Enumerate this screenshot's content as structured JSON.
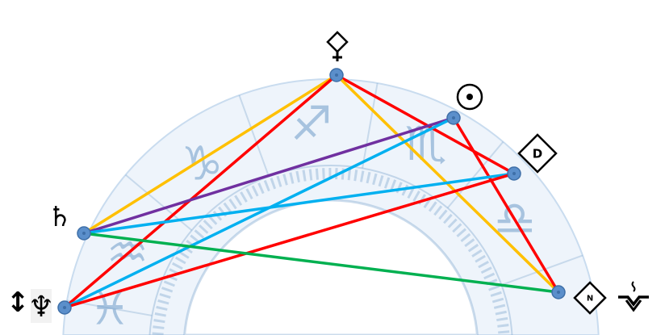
{
  "colors": {
    "orange": "#FFC000",
    "red": "#FF0000",
    "purple": "#7030A0",
    "blue": "#00B0F0",
    "green": "#00B050",
    "node": "#5B8FCB",
    "wheel": "#C9DCEF",
    "wheel_glyph": "#6E9BC8"
  },
  "points": [
    {
      "id": "venus",
      "symbol": "♀",
      "label_shape": "diamond-venus"
    },
    {
      "id": "sun",
      "symbol": "☉",
      "label_shape": "circle-dot"
    },
    {
      "id": "d",
      "symbol": "D",
      "label_shape": "diamond"
    },
    {
      "id": "node",
      "symbol": "N",
      "label_shape": "diamond"
    },
    {
      "id": "saturn",
      "symbol": "♄",
      "label_shape": "glyph"
    },
    {
      "id": "neptune",
      "symbol": "♆",
      "label_shape": "glyph"
    }
  ],
  "extra_glyphs": {
    "neptune_arrow": "↕",
    "node_symbol": "⩡"
  },
  "aspects": [
    {
      "from": "venus",
      "to": "saturn",
      "color": "orange"
    },
    {
      "from": "venus",
      "to": "neptune",
      "color": "red"
    },
    {
      "from": "venus",
      "to": "d",
      "color": "red"
    },
    {
      "from": "venus",
      "to": "node",
      "color": "orange"
    },
    {
      "from": "sun",
      "to": "saturn",
      "color": "purple"
    },
    {
      "from": "sun",
      "to": "neptune",
      "color": "blue"
    },
    {
      "from": "sun",
      "to": "node",
      "color": "red"
    },
    {
      "from": "d",
      "to": "saturn",
      "color": "blue"
    },
    {
      "from": "d",
      "to": "neptune",
      "color": "red"
    },
    {
      "from": "saturn",
      "to": "node",
      "color": "green"
    }
  ],
  "zodiac_signs": [
    "♒",
    "♑",
    "♐",
    "♏",
    "♎",
    "♓"
  ]
}
